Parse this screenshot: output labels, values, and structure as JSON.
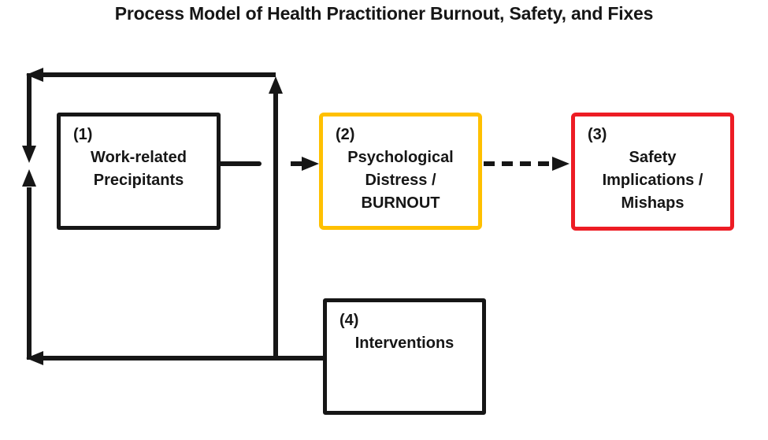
{
  "title": "Process Model of Health Practitioner Burnout, Safety, and Fixes",
  "boxes": [
    {
      "number": "(1)",
      "lines": [
        "Work-related",
        "Precipitants"
      ]
    },
    {
      "number": "(2)",
      "lines": [
        "Psychological",
        "Distress /",
        "BURNOUT"
      ]
    },
    {
      "number": "(3)",
      "lines": [
        "Safety",
        "Implications /",
        "Mishaps"
      ]
    },
    {
      "number": "(4)",
      "lines": [
        "Interventions"
      ]
    }
  ],
  "colors": {
    "line": "#161616",
    "text": "#161616",
    "box_black_border": "#161616",
    "box_gold_border": "#FFC000",
    "box_red_border": "#ED1C24",
    "background": "#FFFFFF"
  }
}
